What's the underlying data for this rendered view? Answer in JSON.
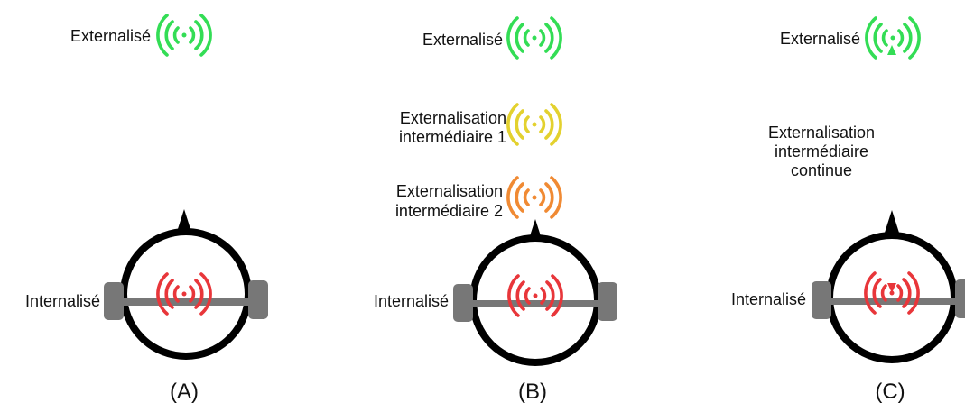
{
  "panels": {
    "a": {
      "caption": "(A)",
      "external_label": "Externalisé",
      "internal_label": "Internalisé"
    },
    "b": {
      "caption": "(B)",
      "external_label": "Externalisé",
      "intermediate_1_line1": "Externalisation",
      "intermediate_1_line2": "intermédiaire 1",
      "intermediate_2_line1": "Externalisation",
      "intermediate_2_line2": "intermédiaire 2",
      "internal_label": "Internalisé"
    },
    "c": {
      "caption": "(C)",
      "external_label": "Externalisé",
      "continuous_line1": "Externalisation",
      "continuous_line2": "intermédiaire",
      "continuous_line3": "continue",
      "internal_label": "Internalisé"
    }
  },
  "colors": {
    "externalized": "#33dd55",
    "intermediate_1": "#e3d12e",
    "intermediate_2": "#f08a33",
    "internalized": "#e8363a",
    "head_outline": "#000000",
    "headphones": "#777777"
  }
}
